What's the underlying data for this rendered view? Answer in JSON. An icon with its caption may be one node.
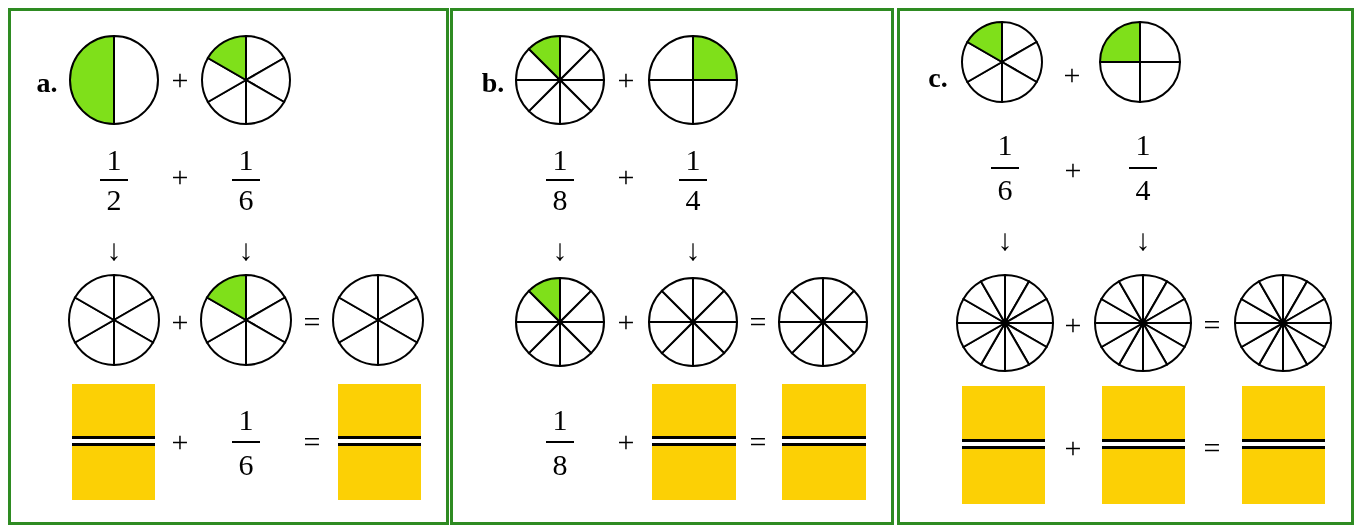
{
  "diagram": {
    "nodes": [
      {
        "text": [
          "a."
        ]
      },
      {
        "text": [
          "b."
        ]
      },
      {
        "text": [
          "c."
        ]
      }
    ],
    "labels": [
      "+",
      "1",
      "2",
      "+",
      "1",
      "6",
      "↓",
      "↓",
      "+",
      "=",
      "+",
      "1",
      "6",
      "=",
      "+",
      "1",
      "8",
      "+",
      "1",
      "4",
      "↓",
      "↓",
      "+",
      "=",
      "1",
      "8",
      "+",
      "=",
      "+",
      "1",
      "6",
      "+",
      "1",
      "4",
      "↓",
      "↓",
      "+",
      "=",
      "+",
      "="
    ]
  }
}
